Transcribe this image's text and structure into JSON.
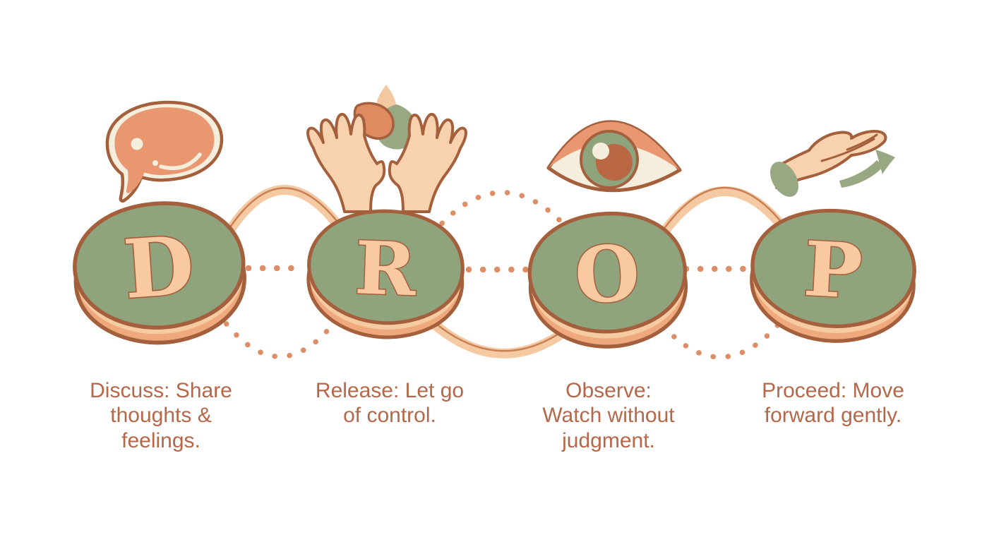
{
  "steps": [
    {
      "letter": "D",
      "icon": "speech-bubble-icon",
      "caption": "Discuss: Share\nthoughts &\nfeelings."
    },
    {
      "letter": "R",
      "icon": "releasing-hands-icon",
      "caption": "Release: Let go\nof control."
    },
    {
      "letter": "O",
      "icon": "eye-icon",
      "caption": "Observe:\nWatch without\njudgment."
    },
    {
      "letter": "P",
      "icon": "hand-forward-icon",
      "caption": "Proceed: Move\nforward gently."
    }
  ],
  "colors": {
    "background": "#FFFFFF",
    "stone_top": "#8FA47D",
    "stone_side": "#F0A97C",
    "stone_side_light": "#F7CBA2",
    "outline_brown": "#A4603C",
    "letter_fill": "#F9C9A1",
    "caption_text": "#B5674A",
    "dot_color": "#DD8E66",
    "arc_fill": "#F5C9A2",
    "arc_line": "#C98153",
    "salmon": "#E89771",
    "cream": "#F5EEDC",
    "skin": "#F8D2AE",
    "sage": "#97A883",
    "pupil": "#B96843",
    "drop_peach": "#F2C8A0",
    "drop_orange": "#E08A62"
  }
}
